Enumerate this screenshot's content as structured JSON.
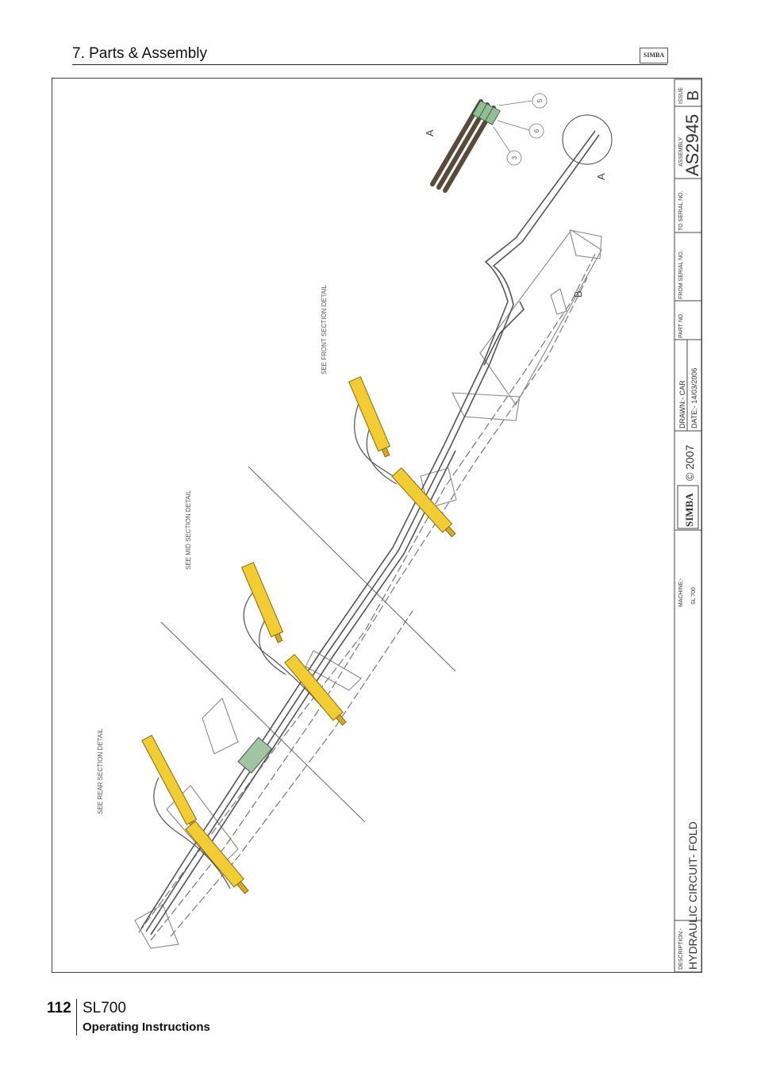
{
  "header": {
    "title": "7. Parts & Assembly",
    "logo_text": "SIMBA"
  },
  "drawing": {
    "section_labels": {
      "rear": "SEE REAR SECTION DETAIL",
      "mid": "SEE MID SECTION DETAIL",
      "front": "SEE FRONT SECTION DETAIL"
    },
    "detail_labels": {
      "a_detail": "A",
      "a_main": "A",
      "b": "B"
    },
    "callouts": [
      "5",
      "6",
      "3"
    ],
    "title_block": {
      "description_label": "DESCRIPTION:-",
      "description": "HYDRAULIC CIRCUIT- FOLD",
      "machine_label": "MACHINE:-",
      "machine": "SL 700",
      "brand": "SIMBA",
      "copyright": "© 2007",
      "drawn": "DRAWN:-  CAR",
      "date": "DATE:-  14/03/2006",
      "part_no_label": "PART NO.",
      "from_serial_label": "FROM SERIAL NO.",
      "to_serial_label": "TO SERIAL NO.",
      "assembly_label": "ASSEMBLY",
      "assembly": "AS2945",
      "issue_label": "ISSUE",
      "issue": "B"
    }
  },
  "footer": {
    "page_number": "112",
    "model": "SL700",
    "subtitle": "Operating Instructions"
  },
  "colors": {
    "cylinder": "#f2cc33",
    "cylinder_shade": "#d9a81f",
    "hose": "#555555",
    "accent_green": "#9fc5a3"
  }
}
